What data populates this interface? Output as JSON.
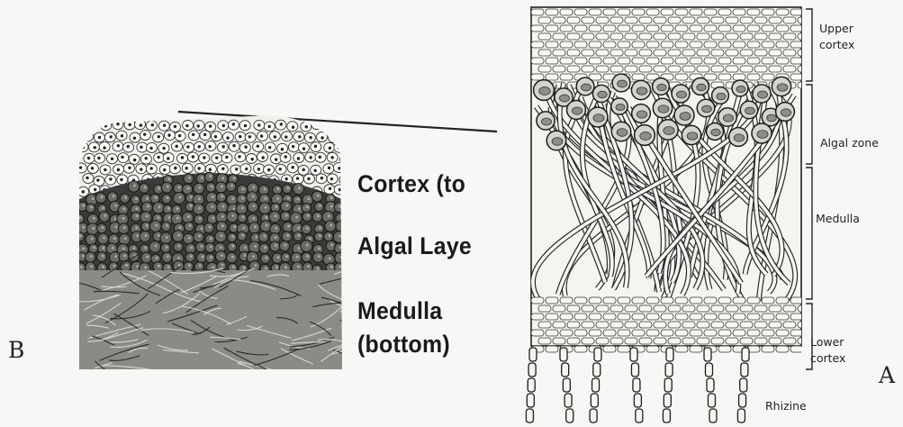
{
  "figure_b": {
    "letter": "B",
    "labels": {
      "cortex": "Cortex (to",
      "algal": "Algal Laye",
      "medulla_1": "Medulla",
      "medulla_2": "(bottom)"
    }
  },
  "figure_a": {
    "letter": "A",
    "labels": {
      "upper_1": "Upper",
      "upper_2": "cortex",
      "algal": "Algal zone",
      "medulla": "Medulla",
      "lower_1": "Lower",
      "lower_2": "cortex",
      "rhizine": "Rhizine"
    }
  },
  "colors": {
    "ink": "#1a1a1a",
    "paper": "#f7f7f5",
    "cortex_fill": "#f2f2ee",
    "algal_fill": "#4a4a48",
    "medulla_fill": "#7a7a76"
  }
}
